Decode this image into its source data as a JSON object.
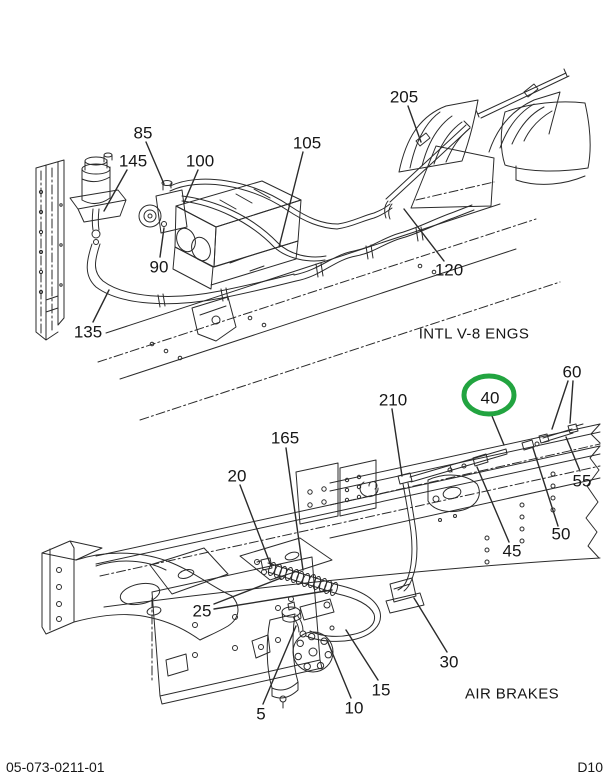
{
  "colors": {
    "line": "#2b2b2b",
    "highlight": "#22a440",
    "background": "#ffffff"
  },
  "footer": {
    "doc_number": "05-073-0211-01",
    "page_code": "D10"
  },
  "figure_top": {
    "caption": "INTL V-8 ENGS",
    "callouts": {
      "c85": "85",
      "c90": "90",
      "c100": "100",
      "c105": "105",
      "c120": "120",
      "c135": "135",
      "c145": "145",
      "c205": "205"
    }
  },
  "figure_bottom": {
    "caption": "AIR BRAKES",
    "highlighted_callout": "40",
    "callouts": {
      "c5": "5",
      "c10": "10",
      "c15": "15",
      "c20": "20",
      "c25": "25",
      "c30": "30",
      "c40": "40",
      "c45": "45",
      "c50": "50",
      "c55": "55",
      "c60": "60",
      "c165": "165",
      "c210": "210"
    }
  }
}
